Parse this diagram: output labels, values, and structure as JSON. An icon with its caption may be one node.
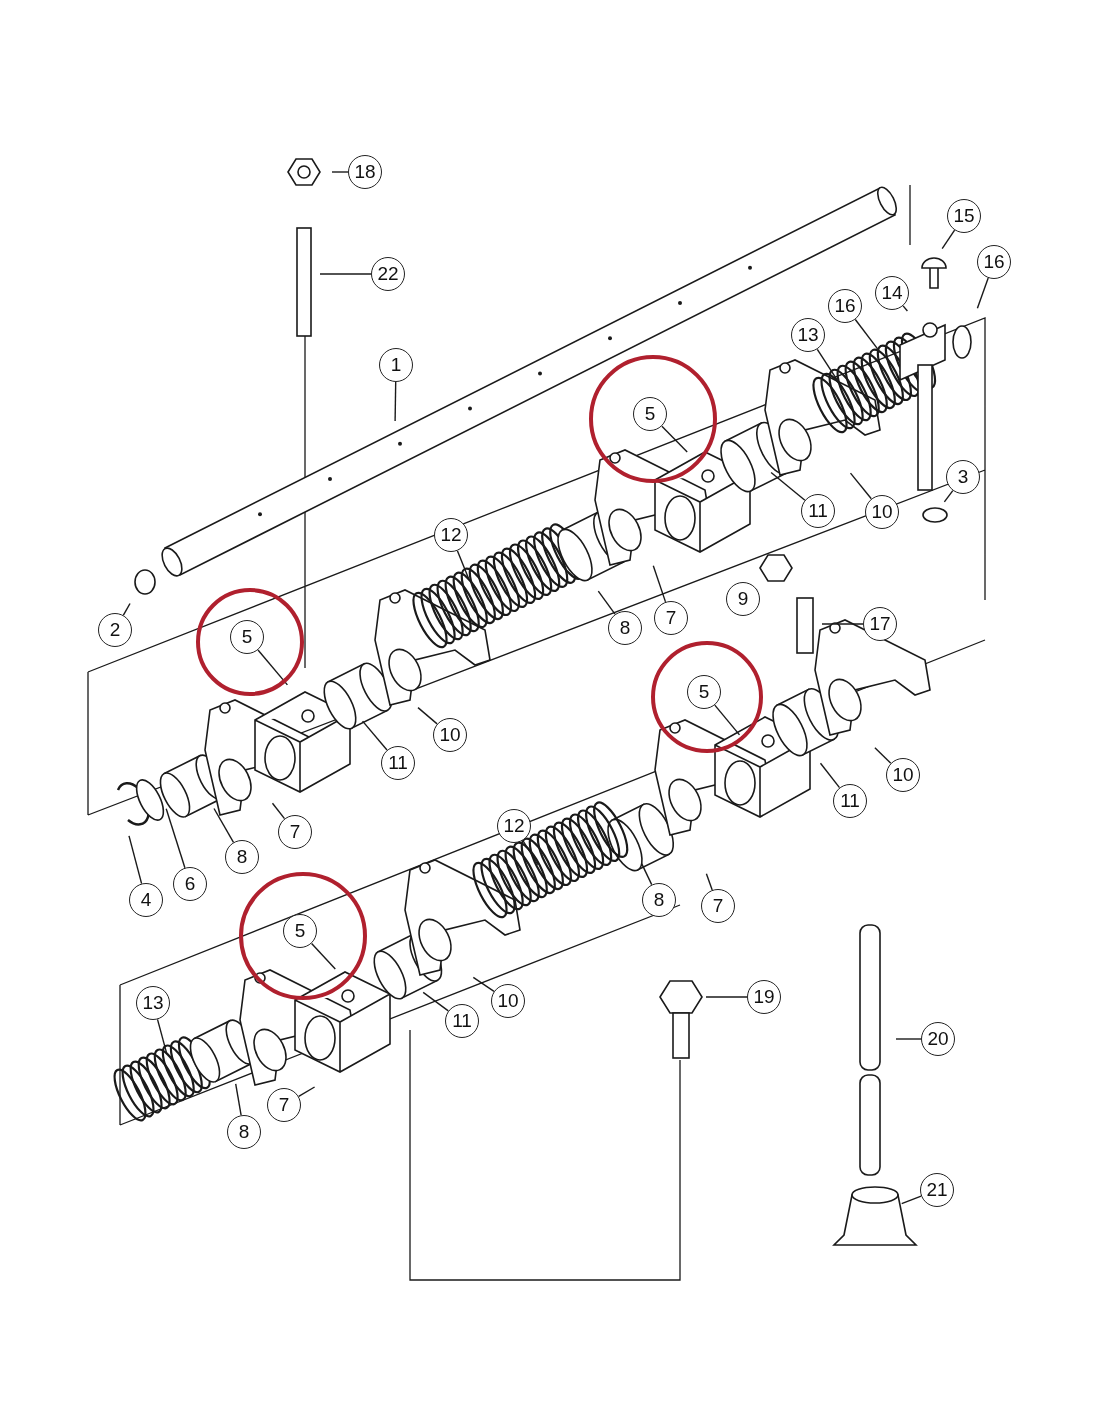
{
  "diagram": {
    "nodes": [
      {
        "text": [
          "18"
        ]
      },
      {
        "text": [
          "22"
        ]
      },
      {
        "text": [
          "1"
        ]
      },
      {
        "text": [
          "15"
        ]
      },
      {
        "text": [
          "16"
        ]
      },
      {
        "text": [
          "14"
        ]
      },
      {
        "text": [
          "16"
        ]
      },
      {
        "text": [
          "13"
        ]
      },
      {
        "text": [
          "5"
        ]
      },
      {
        "text": [
          "3"
        ]
      },
      {
        "text": [
          "11"
        ]
      },
      {
        "text": [
          "10"
        ]
      },
      {
        "text": [
          "12"
        ]
      },
      {
        "text": [
          "2"
        ]
      },
      {
        "text": [
          "5"
        ]
      },
      {
        "text": [
          "8"
        ]
      },
      {
        "text": [
          "7"
        ]
      },
      {
        "text": [
          "9"
        ]
      },
      {
        "text": [
          "17"
        ]
      },
      {
        "text": [
          "5"
        ]
      },
      {
        "text": [
          "11"
        ]
      },
      {
        "text": [
          "10"
        ]
      },
      {
        "text": [
          "11"
        ]
      },
      {
        "text": [
          "10"
        ]
      },
      {
        "text": [
          "7"
        ]
      },
      {
        "text": [
          "8"
        ]
      },
      {
        "text": [
          "4"
        ]
      },
      {
        "text": [
          "6"
        ]
      },
      {
        "text": [
          "12"
        ]
      },
      {
        "text": [
          "8"
        ]
      },
      {
        "text": [
          "7"
        ]
      },
      {
        "text": [
          "5"
        ]
      },
      {
        "text": [
          "13"
        ]
      },
      {
        "text": [
          "11"
        ]
      },
      {
        "text": [
          "10"
        ]
      },
      {
        "text": [
          "19"
        ]
      },
      {
        "text": [
          "20"
        ]
      },
      {
        "text": [
          "7"
        ]
      },
      {
        "text": [
          "8"
        ]
      },
      {
        "text": [
          "21"
        ]
      }
    ],
    "edges": [
      {
        "from": 0,
        "to": null,
        "arrow": "none"
      },
      {
        "from": 1,
        "to": null,
        "arrow": "none"
      },
      {
        "from": 2,
        "to": null,
        "arrow": "none"
      },
      {
        "from": 3,
        "to": null,
        "arrow": "none"
      },
      {
        "from": 4,
        "to": null,
        "arrow": "none"
      },
      {
        "from": 5,
        "to": null,
        "arrow": "none"
      },
      {
        "from": 6,
        "to": null,
        "arrow": "none"
      },
      {
        "from": 7,
        "to": null,
        "arrow": "none"
      },
      {
        "from": 8,
        "to": null,
        "arrow": "none"
      },
      {
        "from": 9,
        "to": null,
        "arrow": "none"
      },
      {
        "from": 10,
        "to": null,
        "arrow": "none"
      },
      {
        "from": 11,
        "to": null,
        "arrow": "none"
      },
      {
        "from": 12,
        "to": null,
        "arrow": "none"
      },
      {
        "from": 13,
        "to": null,
        "arrow": "none"
      },
      {
        "from": 14,
        "to": null,
        "arrow": "none"
      },
      {
        "from": 15,
        "to": null,
        "arrow": "none"
      },
      {
        "from": 16,
        "to": null,
        "arrow": "none"
      },
      {
        "from": 17,
        "to": null,
        "arrow": "none"
      },
      {
        "from": 18,
        "to": null,
        "arrow": "none"
      },
      {
        "from": 19,
        "to": null,
        "arrow": "none"
      },
      {
        "from": 20,
        "to": null,
        "arrow": "none"
      },
      {
        "from": 21,
        "to": null,
        "arrow": "none"
      },
      {
        "from": 22,
        "to": null,
        "arrow": "none"
      },
      {
        "from": 23,
        "to": null,
        "arrow": "none"
      },
      {
        "from": 24,
        "to": null,
        "arrow": "none"
      },
      {
        "from": 25,
        "to": null,
        "arrow": "none"
      },
      {
        "from": 26,
        "to": null,
        "arrow": "none"
      },
      {
        "from": 27,
        "to": null,
        "arrow": "none"
      },
      {
        "from": 28,
        "to": null,
        "arrow": "none"
      },
      {
        "from": 29,
        "to": null,
        "arrow": "none"
      },
      {
        "from": 30,
        "to": null,
        "arrow": "none"
      },
      {
        "from": 31,
        "to": null,
        "arrow": "none"
      },
      {
        "from": 32,
        "to": null,
        "arrow": "none"
      },
      {
        "from": 33,
        "to": null,
        "arrow": "none"
      },
      {
        "from": 34,
        "to": null,
        "arrow": "none"
      },
      {
        "from": 35,
        "to": null,
        "arrow": "none"
      },
      {
        "from": 36,
        "to": null,
        "arrow": "none"
      },
      {
        "from": 37,
        "to": null,
        "arrow": "none"
      },
      {
        "from": 38,
        "to": null,
        "arrow": "none"
      },
      {
        "from": 39,
        "to": null,
        "arrow": "none"
      }
    ]
  }
}
